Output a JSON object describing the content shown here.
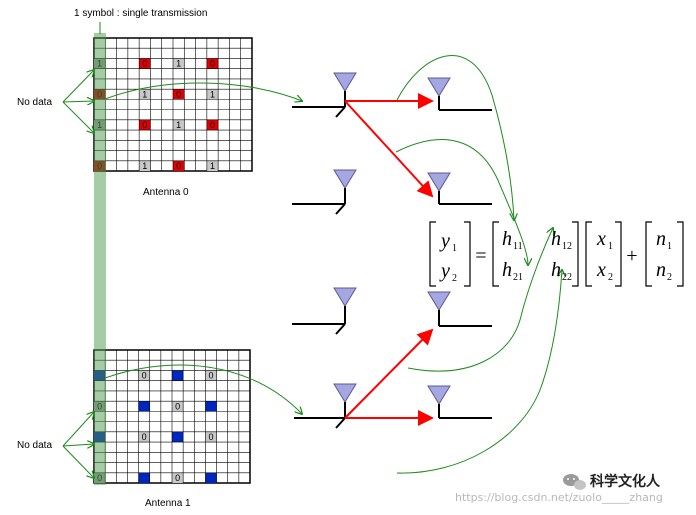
{
  "labels": {
    "top_caption": "1 symbol : single transmission",
    "no_data_top": "No data",
    "no_data_bottom": "No data",
    "antenna0": "Antenna 0",
    "antenna1": "Antenna 1"
  },
  "grid0": {
    "rows": 13,
    "cols": 14,
    "cells": [
      {
        "r": 2,
        "c": 0,
        "t": "1",
        "fill": "#9e9e9e"
      },
      {
        "r": 2,
        "c": 4,
        "t": "0",
        "fill": "#e00000"
      },
      {
        "r": 2,
        "c": 7,
        "t": "1",
        "fill": "#c8c8c8"
      },
      {
        "r": 2,
        "c": 10,
        "t": "0",
        "fill": "#e00000"
      },
      {
        "r": 5,
        "c": 0,
        "t": "0",
        "fill": "#c00000"
      },
      {
        "r": 5,
        "c": 4,
        "t": "1",
        "fill": "#c8c8c8"
      },
      {
        "r": 5,
        "c": 7,
        "t": "0",
        "fill": "#e00000"
      },
      {
        "r": 5,
        "c": 10,
        "t": "1",
        "fill": "#c8c8c8"
      },
      {
        "r": 8,
        "c": 0,
        "t": "1",
        "fill": "#9e9e9e"
      },
      {
        "r": 8,
        "c": 4,
        "t": "0",
        "fill": "#e00000"
      },
      {
        "r": 8,
        "c": 7,
        "t": "1",
        "fill": "#c8c8c8"
      },
      {
        "r": 8,
        "c": 10,
        "t": "0",
        "fill": "#e00000"
      },
      {
        "r": 12,
        "c": 0,
        "t": "0",
        "fill": "#c00000"
      },
      {
        "r": 12,
        "c": 4,
        "t": "1",
        "fill": "#c8c8c8"
      },
      {
        "r": 12,
        "c": 7,
        "t": "0",
        "fill": "#e00000"
      },
      {
        "r": 12,
        "c": 10,
        "t": "1",
        "fill": "#c8c8c8"
      }
    ]
  },
  "grid1": {
    "rows": 13,
    "cols": 14,
    "cells": [
      {
        "r": 2,
        "c": 0,
        "t": "",
        "fill": "#0026c0"
      },
      {
        "r": 2,
        "c": 4,
        "t": "0",
        "fill": "#c8c8c8"
      },
      {
        "r": 2,
        "c": 7,
        "t": "",
        "fill": "#0026c0"
      },
      {
        "r": 2,
        "c": 10,
        "t": "0",
        "fill": "#c8c8c8"
      },
      {
        "r": 5,
        "c": 0,
        "t": "0",
        "fill": "#9e9e9e"
      },
      {
        "r": 5,
        "c": 4,
        "t": "",
        "fill": "#0026c0"
      },
      {
        "r": 5,
        "c": 7,
        "t": "0",
        "fill": "#c8c8c8"
      },
      {
        "r": 5,
        "c": 10,
        "t": "",
        "fill": "#0026c0"
      },
      {
        "r": 8,
        "c": 0,
        "t": "",
        "fill": "#0026c0"
      },
      {
        "r": 8,
        "c": 4,
        "t": "0",
        "fill": "#c8c8c8"
      },
      {
        "r": 8,
        "c": 7,
        "t": "",
        "fill": "#0026c0"
      },
      {
        "r": 8,
        "c": 10,
        "t": "0",
        "fill": "#c8c8c8"
      },
      {
        "r": 12,
        "c": 0,
        "t": "0",
        "fill": "#9e9e9e"
      },
      {
        "r": 12,
        "c": 4,
        "t": "",
        "fill": "#0026c0"
      },
      {
        "r": 12,
        "c": 7,
        "t": "0",
        "fill": "#c8c8c8"
      },
      {
        "r": 12,
        "c": 10,
        "t": "",
        "fill": "#0026c0"
      }
    ]
  },
  "equation": {
    "y1": "y",
    "y1_sub": "1",
    "y2": "y",
    "y2_sub": "2",
    "equals": "=",
    "h11": "h",
    "h11_sub": "11",
    "h12": "h",
    "h12_sub": "12",
    "h21": "h",
    "h21_sub": "21",
    "h22": "h",
    "h22_sub": "22",
    "x1": "x",
    "x1_sub": "1",
    "x2": "x",
    "x2_sub": "2",
    "plus": "+",
    "n1": "n",
    "n1_sub": "1",
    "n2": "n",
    "n2_sub": "2"
  },
  "watermark": {
    "url": "https://blog.csdn.net/zuolo_____zhang",
    "brand": "科学文化人"
  },
  "colors": {
    "highlight": "#4e9a4e",
    "arrow_green": "#1e8a1e",
    "signal_red": "#ff0000",
    "antenna": "#a6a6e0"
  }
}
